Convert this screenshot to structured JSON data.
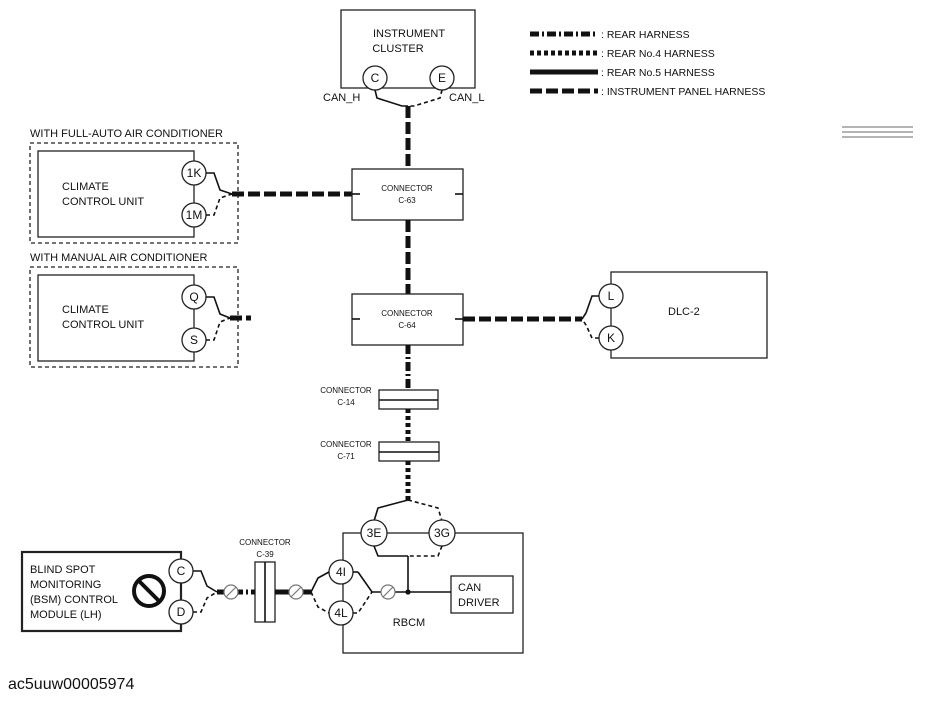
{
  "legend": {
    "rear": ": REAR HARNESS",
    "rear4": ": REAR No.4 HARNESS",
    "rear5": ": REAR No.5 HARNESS",
    "ip": ": INSTRUMENT PANEL HARNESS"
  },
  "instrument_cluster": {
    "line1": "INSTRUMENT",
    "line2": "CLUSTER",
    "pin_c": "C",
    "pin_e": "E",
    "can_h": "CAN_H",
    "can_l": "CAN_L"
  },
  "full_auto": {
    "heading": "WITH FULL-AUTO AIR CONDITIONER",
    "line1": "CLIMATE",
    "line2": "CONTROL UNIT",
    "pin_a": "1K",
    "pin_b": "1M"
  },
  "manual": {
    "heading": "WITH MANUAL AIR CONDITIONER",
    "line1": "CLIMATE",
    "line2": "CONTROL UNIT",
    "pin_a": "Q",
    "pin_b": "S"
  },
  "c63": {
    "line1": "CONNECTOR",
    "line2": "C-63"
  },
  "c64": {
    "line1": "CONNECTOR",
    "line2": "C-64"
  },
  "c14": {
    "line1": "CONNECTOR",
    "line2": "C-14"
  },
  "c71": {
    "line1": "CONNECTOR",
    "line2": "C-71"
  },
  "c39": {
    "line1": "CONNECTOR",
    "line2": "C-39"
  },
  "dlc": {
    "label": "DLC-2",
    "pin_a": "L",
    "pin_b": "K"
  },
  "rbcm": {
    "label": "RBCM",
    "pin_3e": "3E",
    "pin_3g": "3G",
    "pin_4i": "4I",
    "pin_4l": "4L",
    "can_driver_1": "CAN",
    "can_driver_2": "DRIVER"
  },
  "bsm": {
    "line1": "BLIND SPOT",
    "line2": "MONITORING",
    "line3": "(BSM) CONTROL",
    "line4": "MODULE (LH)",
    "pin_a": "C",
    "pin_b": "D"
  },
  "footer_id": "ac5uuw00005974"
}
